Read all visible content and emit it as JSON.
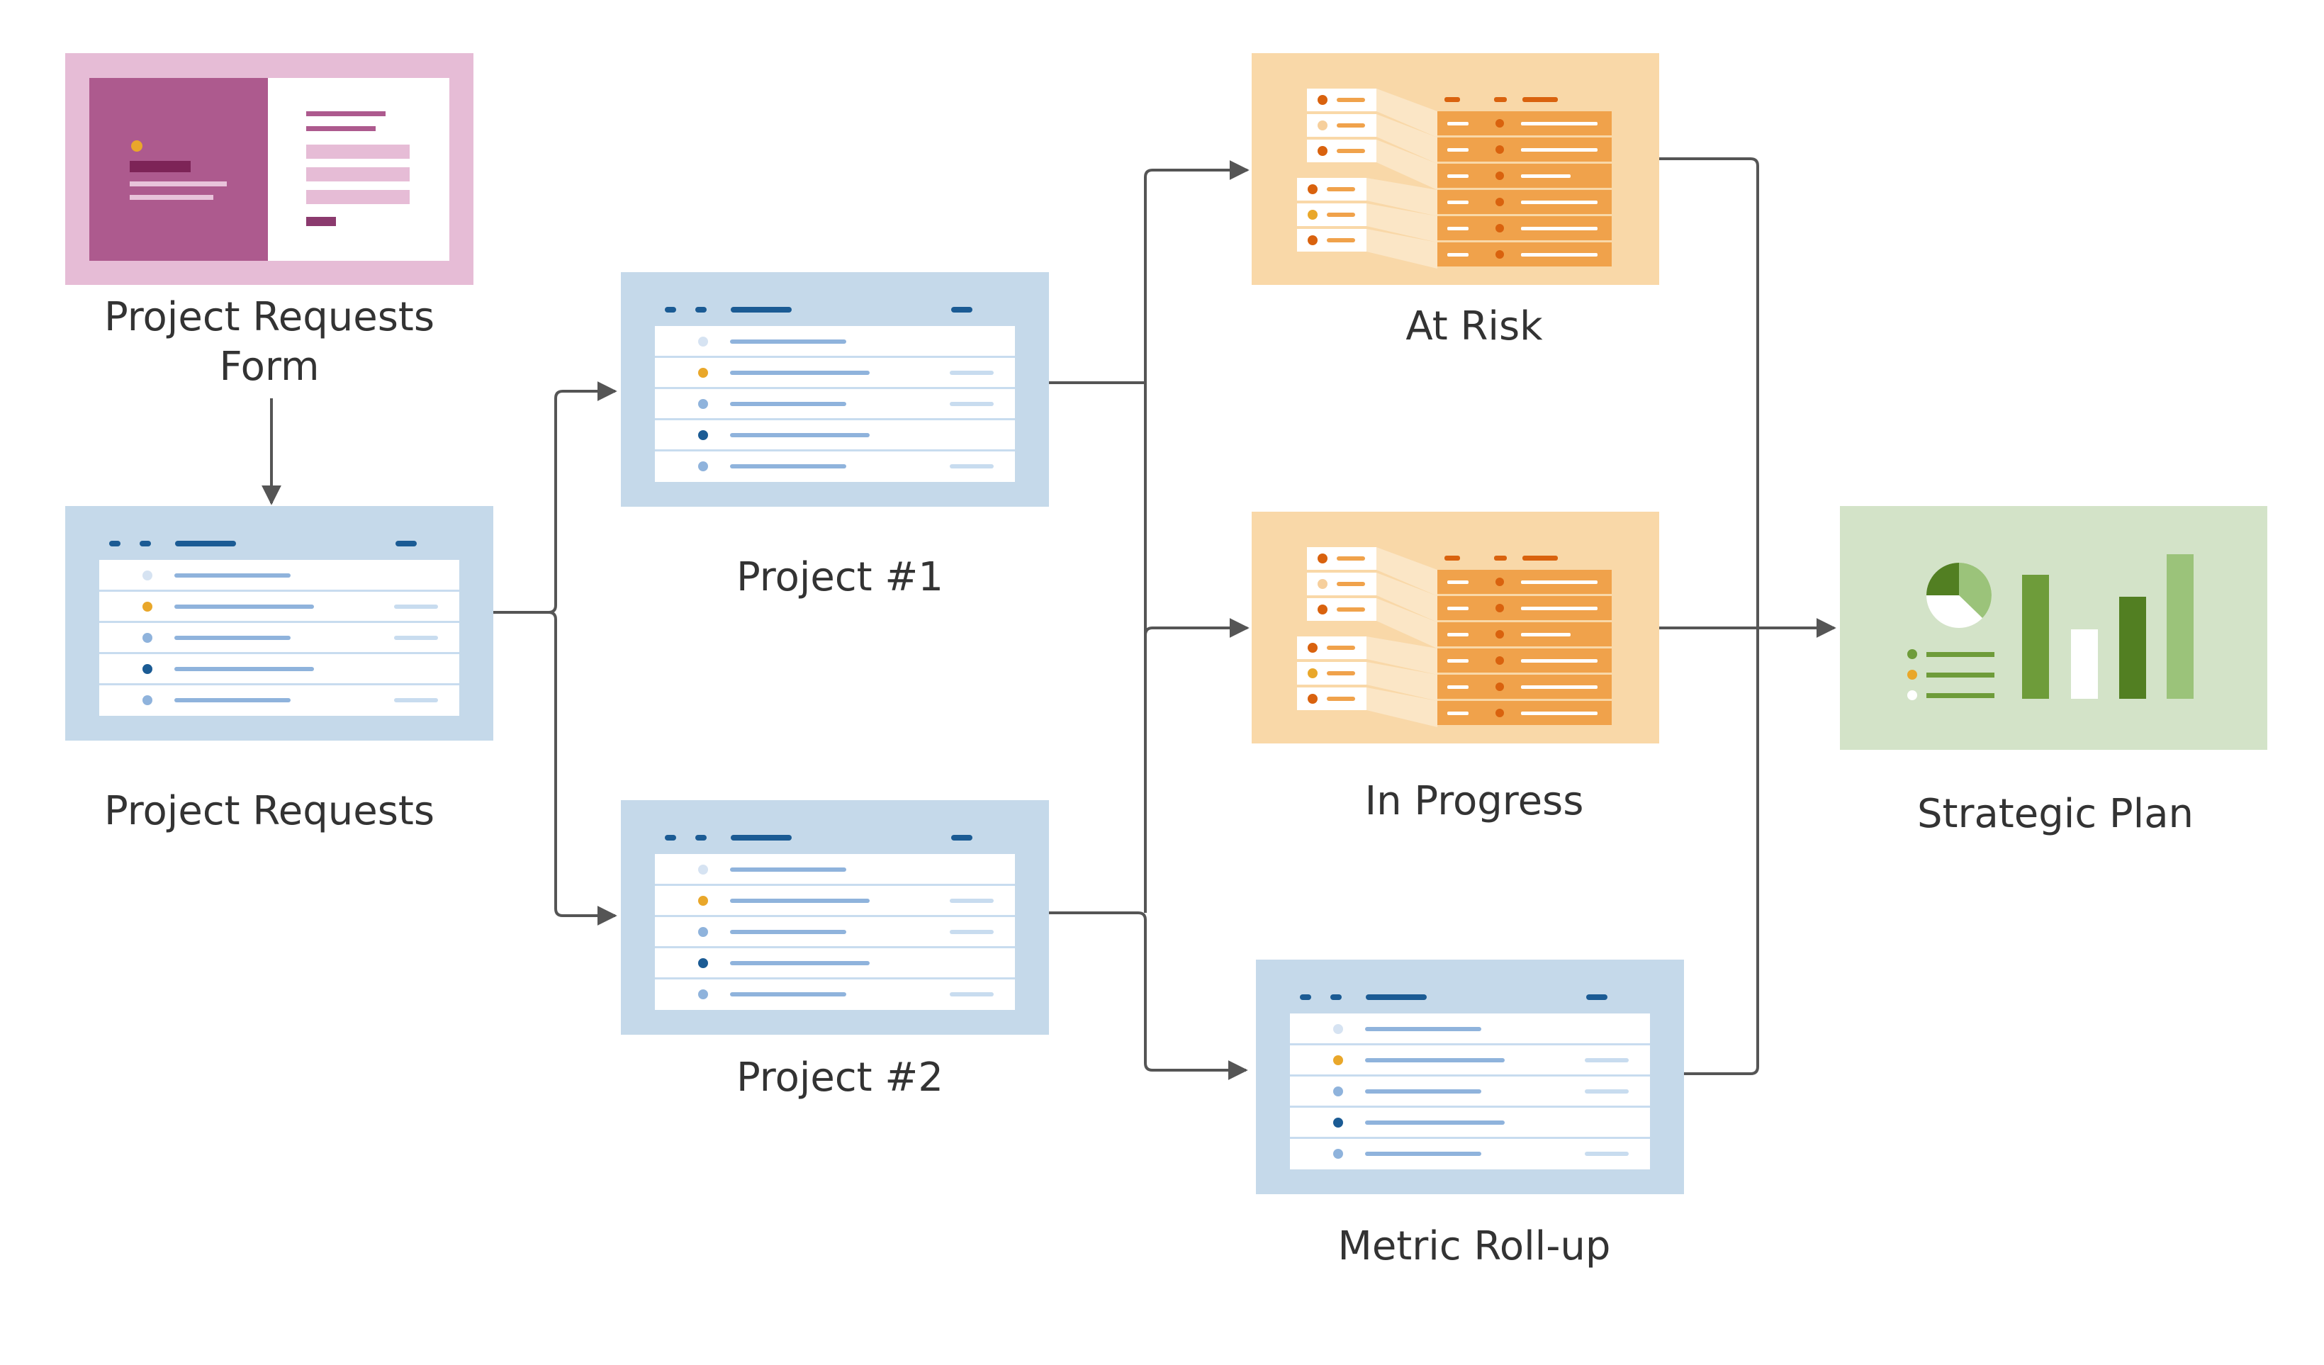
{
  "nodes": {
    "form": {
      "title": "Project Requests Form"
    },
    "requests": {
      "title": "Project Requests"
    },
    "project1": {
      "title": "Project #1"
    },
    "project2": {
      "title": "Project #2"
    },
    "at_risk": {
      "title": "At Risk"
    },
    "in_progress": {
      "title": "In Progress"
    },
    "metric_rollup": {
      "title": "Metric Roll-up"
    },
    "strategic_plan": {
      "title": "Strategic Plan"
    }
  },
  "edges": [
    {
      "from": "Project Requests Form",
      "to": "Project Requests"
    },
    {
      "from": "Project Requests",
      "to": "Project #1"
    },
    {
      "from": "Project Requests",
      "to": "Project #2"
    },
    {
      "from": "Project #1",
      "to": "At Risk"
    },
    {
      "from": "Project #1",
      "to": "In Progress"
    },
    {
      "from": "Project #1",
      "to": "Metric Roll-up"
    },
    {
      "from": "Project #2",
      "to": "At Risk"
    },
    {
      "from": "Project #2",
      "to": "In Progress"
    },
    {
      "from": "Project #2",
      "to": "Metric Roll-up"
    },
    {
      "from": "At Risk",
      "to": "Strategic Plan"
    },
    {
      "from": "In Progress",
      "to": "Strategic Plan"
    },
    {
      "from": "Metric Roll-up",
      "to": "Strategic Plan"
    }
  ],
  "colors": {
    "sheet_bg": "#c5d9ea",
    "sheet_dark": "#1b5b94",
    "sheet_line": "#8fb3dc",
    "sheet_light_line": "#c8dcef",
    "form_bg": "#e6bcd6",
    "form_panel": "#ad5a8e",
    "form_accent": "#7d2457",
    "report_bg": "#f9d8a8",
    "report_grid": "#f0a24b",
    "report_dark": "#d9620e",
    "plan_bg": "#d3e3c8",
    "plan_dark": "#527f22",
    "plan_mid": "#6e9c3a",
    "plan_light": "#9bc37a",
    "dot_yellow": "#e9a72a",
    "connector": "#555555"
  }
}
